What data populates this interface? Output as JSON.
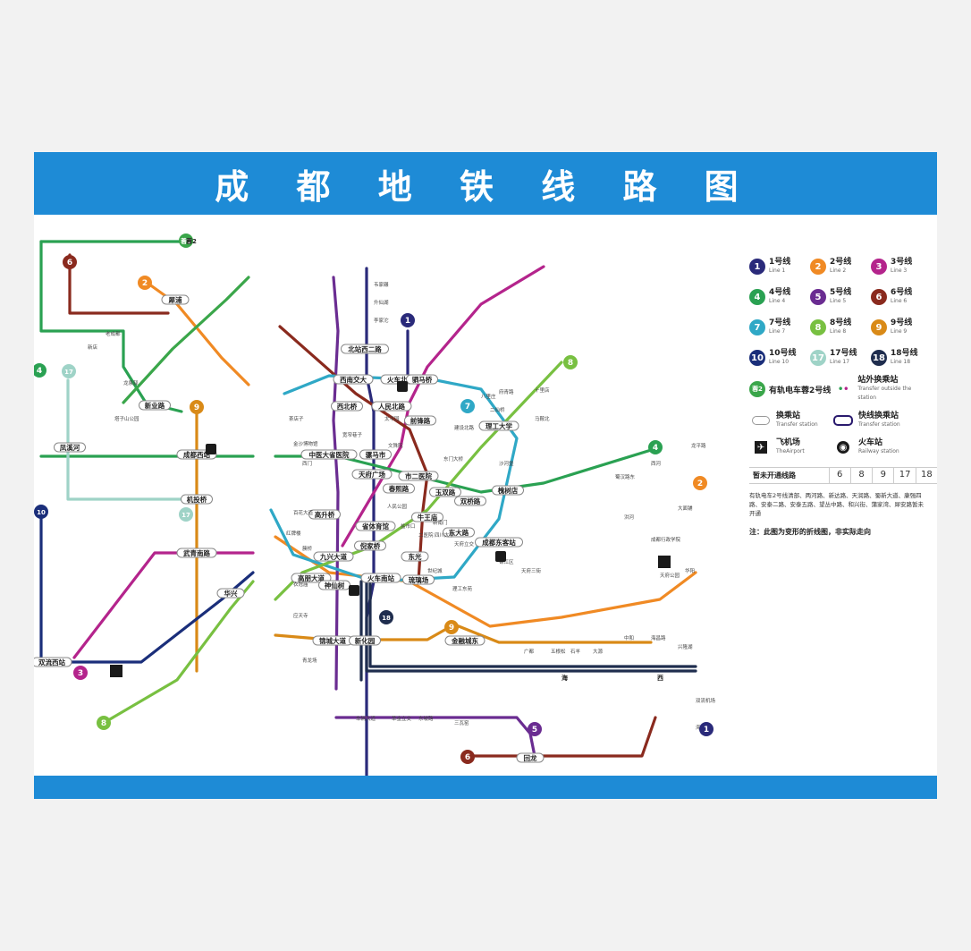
{
  "poster": {
    "title": "成 都 地 铁 线 路 图"
  },
  "colors": {
    "header": "#1e8bd6",
    "line1": "#2a2a7a",
    "line2": "#f08a24",
    "line3": "#b4248c",
    "line4": "#2aa152",
    "line5": "#6a2c91",
    "line6": "#8a2a1e",
    "line7": "#2fa8c6",
    "line8": "#78c041",
    "line9": "#d98a17",
    "line10": "#1a2e7a",
    "line17": "#9fd3c7",
    "line18": "#1f2d4e",
    "tram2": "#3aa64a"
  },
  "legend": {
    "lines": [
      {
        "num": "1",
        "cn": "1号线",
        "en": "Line 1",
        "color": "#2a2a7a"
      },
      {
        "num": "2",
        "cn": "2号线",
        "en": "Line 2",
        "color": "#f08a24"
      },
      {
        "num": "3",
        "cn": "3号线",
        "en": "Line 3",
        "color": "#b4248c"
      },
      {
        "num": "4",
        "cn": "4号线",
        "en": "Line 4",
        "color": "#2aa152"
      },
      {
        "num": "5",
        "cn": "5号线",
        "en": "Line 5",
        "color": "#6a2c91"
      },
      {
        "num": "6",
        "cn": "6号线",
        "en": "Line 6",
        "color": "#8a2a1e"
      },
      {
        "num": "7",
        "cn": "7号线",
        "en": "Line 7",
        "color": "#2fa8c6"
      },
      {
        "num": "8",
        "cn": "8号线",
        "en": "Line 8",
        "color": "#78c041"
      },
      {
        "num": "9",
        "cn": "9号线",
        "en": "Line 9",
        "color": "#d98a17"
      },
      {
        "num": "10",
        "cn": "10号线",
        "en": "Line 10",
        "color": "#1a2e7a"
      },
      {
        "num": "17",
        "cn": "17号线",
        "en": "Line 17",
        "color": "#9fd3c7"
      },
      {
        "num": "18",
        "cn": "18号线",
        "en": "Line 18",
        "color": "#1f2d4e"
      }
    ],
    "tram": {
      "badge": "蓉2",
      "cn": "有轨电车蓉2号线"
    },
    "out_transfer": {
      "cn": "站外换乘站",
      "en": "Transfer outside the station"
    },
    "transfer": {
      "cn": "换乘站",
      "en": "Transfer station"
    },
    "express": {
      "cn": "快线换乘站",
      "en": "Transfer station"
    },
    "airport": {
      "cn": "飞机场",
      "en": "TheAirport"
    },
    "railway": {
      "cn": "火车站",
      "en": "Railway station"
    },
    "unopened_label": "暂未开通线路",
    "unopened": [
      "6",
      "8",
      "9",
      "17",
      "18"
    ],
    "tram_note": "有轨电车2号线清部、两河路、新达路、天润路、蜀新大道、康强四路、安泰二路、安泰五路、望丛中路、和兴街、蒲家湾、犀安路暂未开通",
    "disclaimer": "注：此图为变形的折线图，非实际走向"
  },
  "map": {
    "line_badges": [
      {
        "num": "1",
        "color": "#2a2a7a"
      },
      {
        "num": "2",
        "color": "#f08a24"
      },
      {
        "num": "3",
        "color": "#b4248c"
      },
      {
        "num": "4",
        "color": "#2aa152"
      },
      {
        "num": "4",
        "color": "#2aa152"
      },
      {
        "num": "5",
        "color": "#6a2c91"
      },
      {
        "num": "6",
        "color": "#8a2a1e"
      },
      {
        "num": "6",
        "color": "#8a2a1e"
      },
      {
        "num": "7",
        "color": "#2fa8c6"
      },
      {
        "num": "8",
        "color": "#78c041"
      },
      {
        "num": "8",
        "color": "#78c041"
      },
      {
        "num": "9",
        "color": "#d98a17"
      },
      {
        "num": "9",
        "color": "#d98a17"
      },
      {
        "num": "10",
        "color": "#1a2e7a"
      },
      {
        "num": "17",
        "color": "#9fd3c7"
      },
      {
        "num": "17",
        "color": "#9fd3c7"
      },
      {
        "num": "18",
        "color": "#1f2d4e"
      },
      {
        "num": "1",
        "color": "#2a2a7a"
      },
      {
        "num": "2",
        "color": "#f08a24"
      },
      {
        "num": "蓉2",
        "color": "#3aa64a"
      }
    ],
    "transfer_stations": [
      "火车北站",
      "驷马桥",
      "西南交大",
      "北站西二路",
      "西北桥",
      "人民北路",
      "前锋路",
      "理工大学",
      "中医大省医院",
      "骡马市",
      "天府广场",
      "市二医院",
      "春熙路",
      "玉双路",
      "双桥路",
      "槐树店",
      "高升桥",
      "省体育馆",
      "牛王庙",
      "东大路",
      "成都东客站",
      "倪家桥",
      "东光",
      "九兴大道",
      "高朋大道",
      "神仙树",
      "火车南站",
      "琉璃场",
      "锦城大道",
      "新化园",
      "金融城东",
      "新业路",
      "成都西站",
      "犀浦",
      "机投桥",
      "武青南路",
      "华兴",
      "双流西站",
      "凤溪河",
      "回龙"
    ],
    "station_labels": [
      "韦家碾",
      "升仙湖",
      "李家沱",
      "八里庄",
      "二仙桥",
      "十里店",
      "建设北路",
      "沙河堡",
      "西门",
      "宽窄巷子",
      "太平园",
      "红牌楼",
      "衣冠庙",
      "人民公园",
      "文殊院",
      "盐市口",
      "新南门",
      "东门大桥",
      "四川大学",
      "世纪城",
      "天府三街",
      "广都",
      "五根松",
      "石羊",
      "大源",
      "中和",
      "海昌路",
      "兴隆湖",
      "天府公园",
      "华阳",
      "洪河",
      "成都行政学院",
      "大面铺",
      "龙平路",
      "西河",
      "蜀汉路东",
      "茶店子",
      "金沙博物馆",
      "百花大道",
      "簇桥",
      "应天寺",
      "青龙场",
      "理工东苑",
      "府青路",
      "马鞍北",
      "二医院",
      "天府立交",
      "锦江区",
      "车辆大道",
      "草金立交",
      "东坡路",
      "三瓦窑",
      "双流机场",
      "海昌",
      "老成都",
      "龙泉驿",
      "新店",
      "塔子山公园"
    ],
    "legend_free_labels": [
      "蓉2",
      "西",
      "海"
    ]
  }
}
